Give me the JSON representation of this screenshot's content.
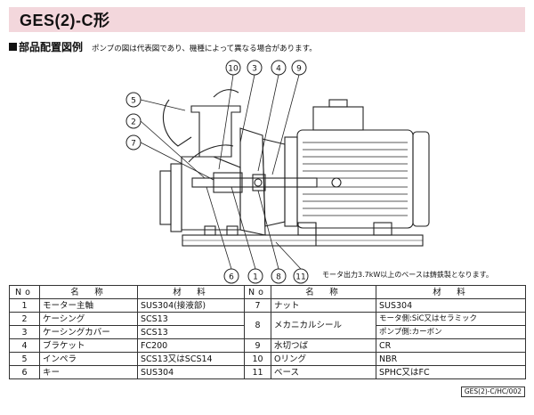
{
  "title": "GES(2)-C形",
  "section": {
    "heading": "部品配置図例",
    "note": "ポンプの図は代表図であり、機種によって異なる場合があります。"
  },
  "callouts_top": [
    "10",
    "3",
    "4",
    "9"
  ],
  "callouts_left": [
    "5",
    "2",
    "7"
  ],
  "callouts_bottom": [
    "6",
    "1",
    "8",
    "11"
  ],
  "base_note": "モータ出力3.7kW以上のベースは鋳鉄製となります。",
  "table": {
    "headers": [
      "No",
      "名　称",
      "材　料",
      "No",
      "名　称",
      "材　料"
    ],
    "left": [
      {
        "no": "1",
        "name": "モーター主軸",
        "material": "SUS304(接液部)"
      },
      {
        "no": "2",
        "name": "ケーシング",
        "material": "SCS13"
      },
      {
        "no": "3",
        "name": "ケーシングカバー",
        "material": "SCS13"
      },
      {
        "no": "4",
        "name": "ブラケット",
        "material": "FC200"
      },
      {
        "no": "5",
        "name": "インペラ",
        "material": "SCS13又はSCS14"
      },
      {
        "no": "6",
        "name": "キー",
        "material": "SUS304"
      }
    ],
    "right": [
      {
        "no": "7",
        "name": "ナット",
        "material": "SUS304"
      },
      {
        "no": "8",
        "name": "メカニカルシール",
        "material1": "モータ側:SiC又はセラミック",
        "material2": "ポンプ側:カーボン"
      },
      {
        "no": "9",
        "name": "水切つば",
        "material": "CR"
      },
      {
        "no": "10",
        "name": "Oリング",
        "material": "NBR"
      },
      {
        "no": "11",
        "name": "ベース",
        "material": "SPHC又はFC"
      }
    ]
  },
  "doc_number": "GES(2)-C/HC/002"
}
